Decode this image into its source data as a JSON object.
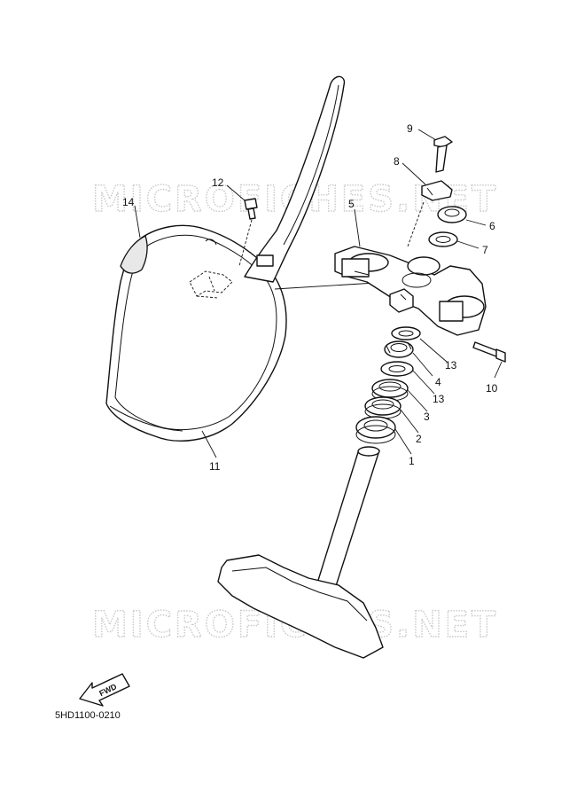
{
  "watermark": "MICROFICHES.NET",
  "diagram_code": "5HD1100-0210",
  "fwd_label": "FWD",
  "callouts": {
    "c1": "1",
    "c2": "2",
    "c3": "3",
    "c4": "4",
    "c5": "5",
    "c6": "6",
    "c7": "7",
    "c8": "8",
    "c9": "9",
    "c10": "10",
    "c11": "11",
    "c12": "12",
    "c13a": "13",
    "c13b": "13",
    "c14": "14"
  }
}
